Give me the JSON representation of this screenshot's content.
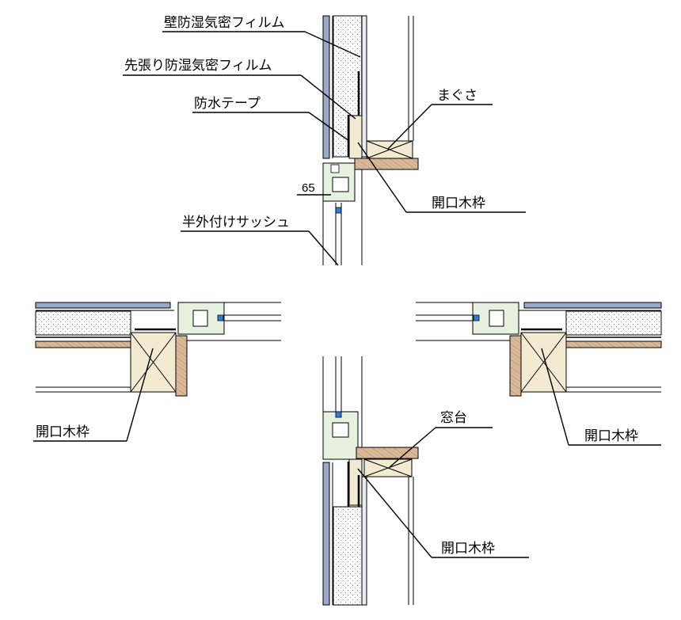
{
  "labels": {
    "vapor_film": "壁防湿気密フィルム",
    "pre_vapor_film": "先張り防湿気密フィルム",
    "waterproof_tape": "防水テープ",
    "magusa": "まぐさ",
    "opening_frame_top": "開口木枠",
    "dimension": "65",
    "sash": "半外付けサッシュ",
    "opening_frame_left": "開口木枠",
    "opening_frame_right": "開口木枠",
    "sill": "窓台",
    "opening_frame_bottom": "開口木枠"
  },
  "colors": {
    "wood": "#d9b99a",
    "frame": "#f3ead2",
    "sash": "#e6f1e0",
    "gasket": "#2f7fd8",
    "siding": "#9aa9c9",
    "board": "#e9edf3"
  }
}
